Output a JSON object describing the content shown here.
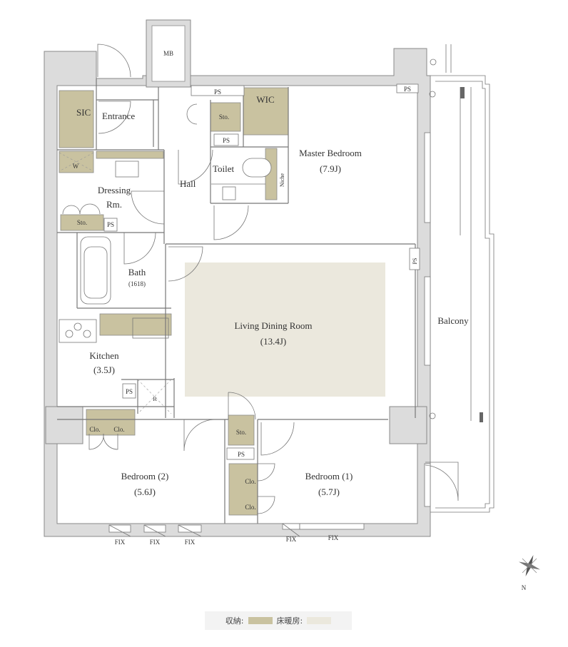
{
  "rooms": {
    "mb": "MB",
    "ps_top": "PS",
    "ps_top_right": "PS",
    "sic": "SIC",
    "entrance": "Entrance",
    "sto_hall": "Sto.",
    "ps_toilet": "PS",
    "wic": "WIC",
    "master_bedroom": "Master Bedroom",
    "master_bedroom_size": "(7.9J)",
    "toilet": "Toilet",
    "niche": "Niche",
    "w": "W",
    "dressing": "Dressing",
    "dressing_rm": "Rm.",
    "hall": "Hall",
    "sto_dressing": "Sto.",
    "ps_dressing": "PS",
    "bath": "Bath",
    "bath_size": "(1618)",
    "ps_living": "PS",
    "living_dining": "Living Dining Room",
    "living_dining_size": "(13.4J)",
    "balcony": "Balcony",
    "kitchen": "Kitchen",
    "kitchen_size": "(3.5J)",
    "ps_kitchen": "PS",
    "r": "R",
    "clo_1": "Clo.",
    "clo_2": "Clo.",
    "sto_bed1": "Sto.",
    "ps_bed1": "PS",
    "bedroom2": "Bedroom (2)",
    "bedroom2_size": "(5.6J)",
    "clo_3": "Clo.",
    "clo_4": "Clo.",
    "bedroom1": "Bedroom (1)",
    "bedroom1_size": "(5.7J)",
    "fix_1": "FIX",
    "fix_2": "FIX",
    "fix_3": "FIX",
    "fix_4": "FIX",
    "fix_5": "FIX"
  },
  "compass": {
    "north": "N"
  },
  "legend": {
    "storage_label": "収納:",
    "floor_heating_label": "床暖房:",
    "storage_color": "#c9c2a0",
    "floor_heating_color": "#ebe8dd"
  }
}
